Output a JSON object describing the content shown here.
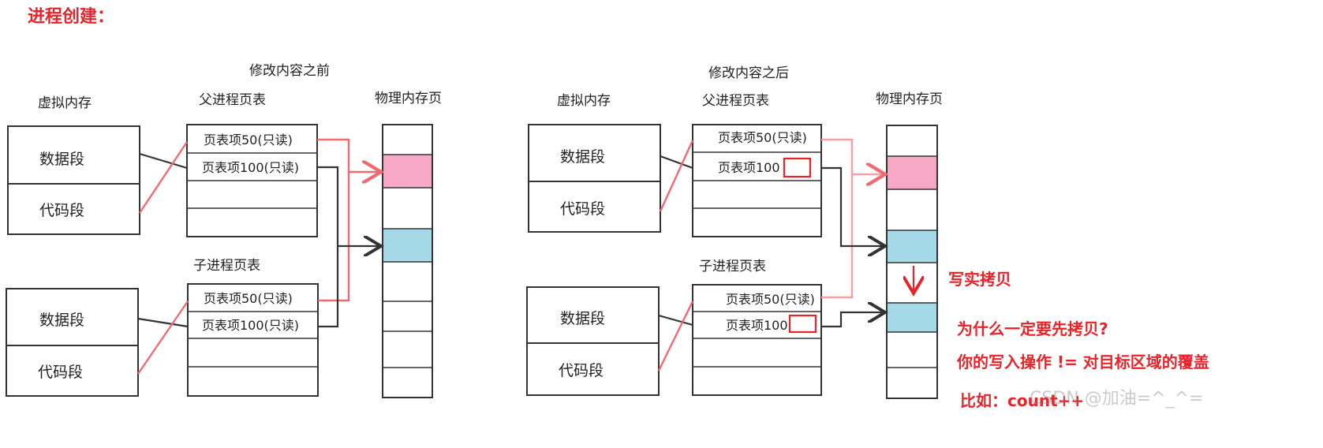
{
  "title": "进程创建：",
  "before": {
    "heading": "修改内容之前",
    "virtual_memory_label": "虚拟内存",
    "parent_table_label": "父进程页表",
    "child_table_label": "子进程页表",
    "physical_label": "物理内存页",
    "segments": [
      "数据段",
      "代码段"
    ],
    "parent_entries": [
      "页表项50(只读)",
      "页表项100(只读)"
    ],
    "child_entries": [
      "页表项50(只读)",
      "页表项100(只读)"
    ]
  },
  "after": {
    "heading": "修改内容之后",
    "virtual_memory_label": "虚拟内存",
    "parent_table_label": "父进程页表",
    "child_table_label": "子进程页表",
    "physical_label": "物理内存页",
    "segments": [
      "数据段",
      "代码段"
    ],
    "parent_entries": [
      "页表项50(只读)",
      "页表项100"
    ],
    "child_entries": [
      "页表项50(只读)",
      "页表项100"
    ]
  },
  "notes": {
    "cow": "写实拷贝",
    "question": "为什么一定要先拷贝?",
    "answer": "你的写入操作 != 对目标区域的覆盖",
    "example": "比如：count++"
  },
  "watermark": "CSDN @加油=^_^=",
  "colors": {
    "pink_page": "#f7a8c4",
    "blue_page": "#a5d9e8",
    "accent_red": "#e8232a",
    "link_red": "#f06a72"
  }
}
